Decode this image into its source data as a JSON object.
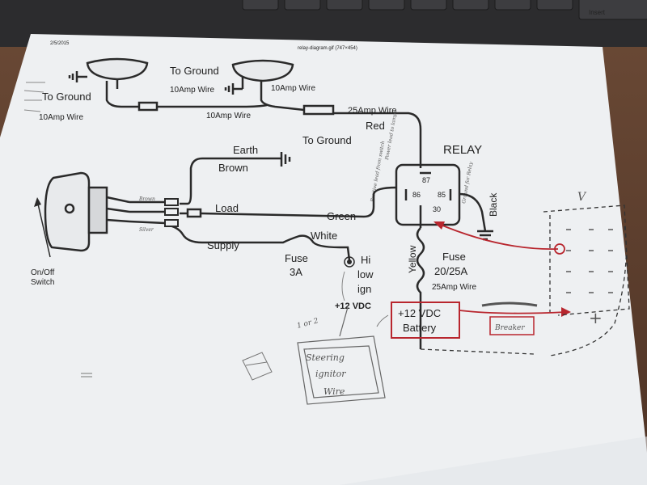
{
  "header": {
    "date": "2/5/2015",
    "file_title": "relay-diagram.gif (747×454)"
  },
  "keyboard": {
    "insert_key": "Insert"
  },
  "labels": {
    "to_ground_left": "To Ground",
    "ten_amp_left": "10Amp Wire",
    "to_ground_mid": "To Ground",
    "ten_amp_mid1": "10Amp Wire",
    "ten_amp_mid2": "10Amp Wire",
    "ten_amp_right": "10Amp Wire",
    "twenty_five_amp_top": "25Amp Wire",
    "red": "Red",
    "relay": "RELAY",
    "earth": "Earth",
    "brown": "Brown",
    "to_ground_earth": "To Ground",
    "load": "Load",
    "green": "Green",
    "supply": "Supply",
    "white": "White",
    "fuse_3a_1": "Fuse",
    "fuse_3a_2": "3A",
    "on_off_1": "On/Off",
    "on_off_2": "Switch",
    "yellow": "Yellow",
    "black": "Black",
    "fuse_20_1": "Fuse",
    "fuse_20_2": "20/25A",
    "twenty_five_amp_bottom": "25Amp Wire",
    "battery_1": "+12 VDC",
    "battery_2": "Battery",
    "plus12_left": "+12 VDC",
    "pin_87": "87",
    "pin_86": "86",
    "pin_85": "85",
    "pin_30": "30"
  },
  "handwritten": {
    "hi": "Hi",
    "low": "low",
    "ign": "ign",
    "one_or_two": "1 or 2",
    "steering_1": "Steering",
    "steering_2": "ignitor",
    "steering_3": "Wire",
    "breaker": "Breaker",
    "power_lead": "Power lead to lamps",
    "pos_lead": "Positive lead from switch",
    "ground_relay": "Ground for Relay",
    "v_mark": "V",
    "plus_mark": "+",
    "brown_hand": "Brown",
    "silver_hand": "Silver"
  },
  "colors": {
    "paper": "#eef0f2",
    "ink": "#2a2a2a",
    "red_pen": "#b8262e"
  }
}
